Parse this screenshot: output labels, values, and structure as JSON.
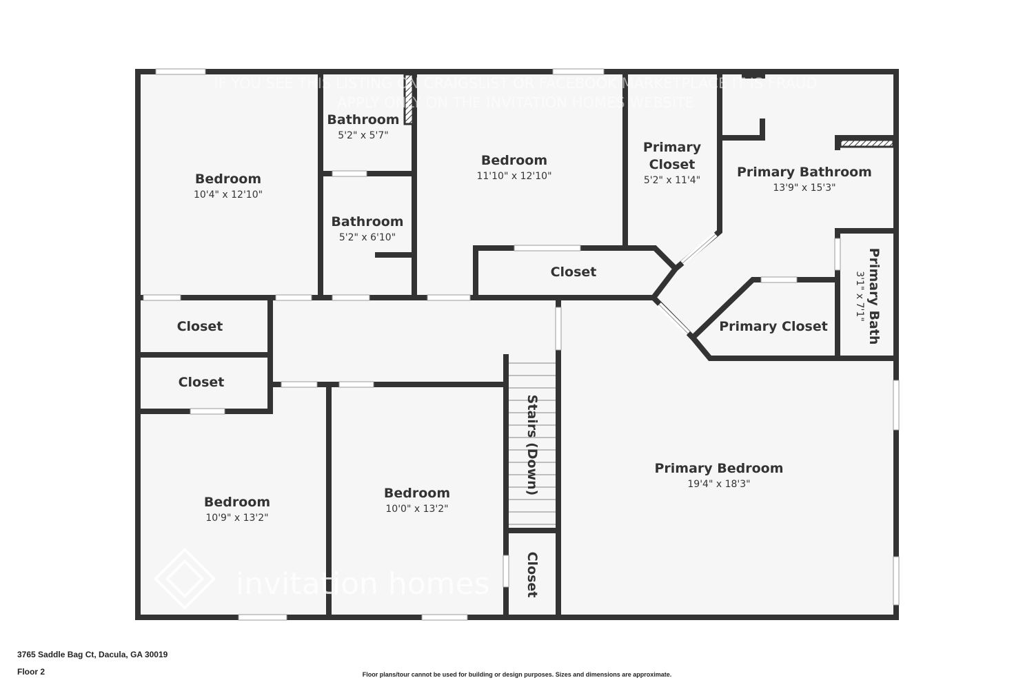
{
  "watermark": {
    "line1": "IF YOU SEE THIS LISTING ON CRAIGSLIST OR FACEBOOK MARKETPLACE IT IS FRAUD",
    "line2": "APPLY ONLY ON THE INVITATION HOMES WEBSITE",
    "brand": "invitation homes"
  },
  "rooms": {
    "bedroom_nw": {
      "name": "Bedroom",
      "dims": "10'4\" x 12'10\""
    },
    "bathroom_1": {
      "name": "Bathroom",
      "dims": "5'2\" x 5'7\""
    },
    "bathroom_2": {
      "name": "Bathroom",
      "dims": "5'2\" x 6'10\""
    },
    "bedroom_n": {
      "name": "Bedroom",
      "dims": "11'10\" x 12'10\""
    },
    "primary_closet_top": {
      "name_line1": "Primary",
      "name_line2": "Closet",
      "dims": "5'2\" x 11'4\""
    },
    "primary_bathroom": {
      "name": "Primary Bathroom",
      "dims": "13'9\" x 15'3\""
    },
    "closet_hall": {
      "name": "Closet"
    },
    "closet_w1": {
      "name": "Closet"
    },
    "closet_w2": {
      "name": "Closet"
    },
    "primary_closet": {
      "name": "Primary Closet"
    },
    "primary_bath": {
      "name": "Primary Bath",
      "dims": "3'1\" x 7'1\""
    },
    "stairs": {
      "name": "Stairs (Down)"
    },
    "bedroom_sw": {
      "name": "Bedroom",
      "dims": "10'9\" x 13'2\""
    },
    "bedroom_s": {
      "name": "Bedroom",
      "dims": "10'0\" x 13'2\""
    },
    "closet_stair": {
      "name": "Closet"
    },
    "primary_bedroom": {
      "name": "Primary Bedroom",
      "dims": "19'4\" x 18'3\""
    }
  },
  "footer": {
    "address": "3765 Saddle Bag Ct, Dacula, GA 30019",
    "floor": "Floor 2",
    "disclaimer": "Floor plans/tour cannot be used for building or design purposes. Sizes and dimensions are approximate."
  },
  "colors": {
    "wall": "#333333",
    "floor": "#f6f6f6",
    "text": "#333333"
  }
}
